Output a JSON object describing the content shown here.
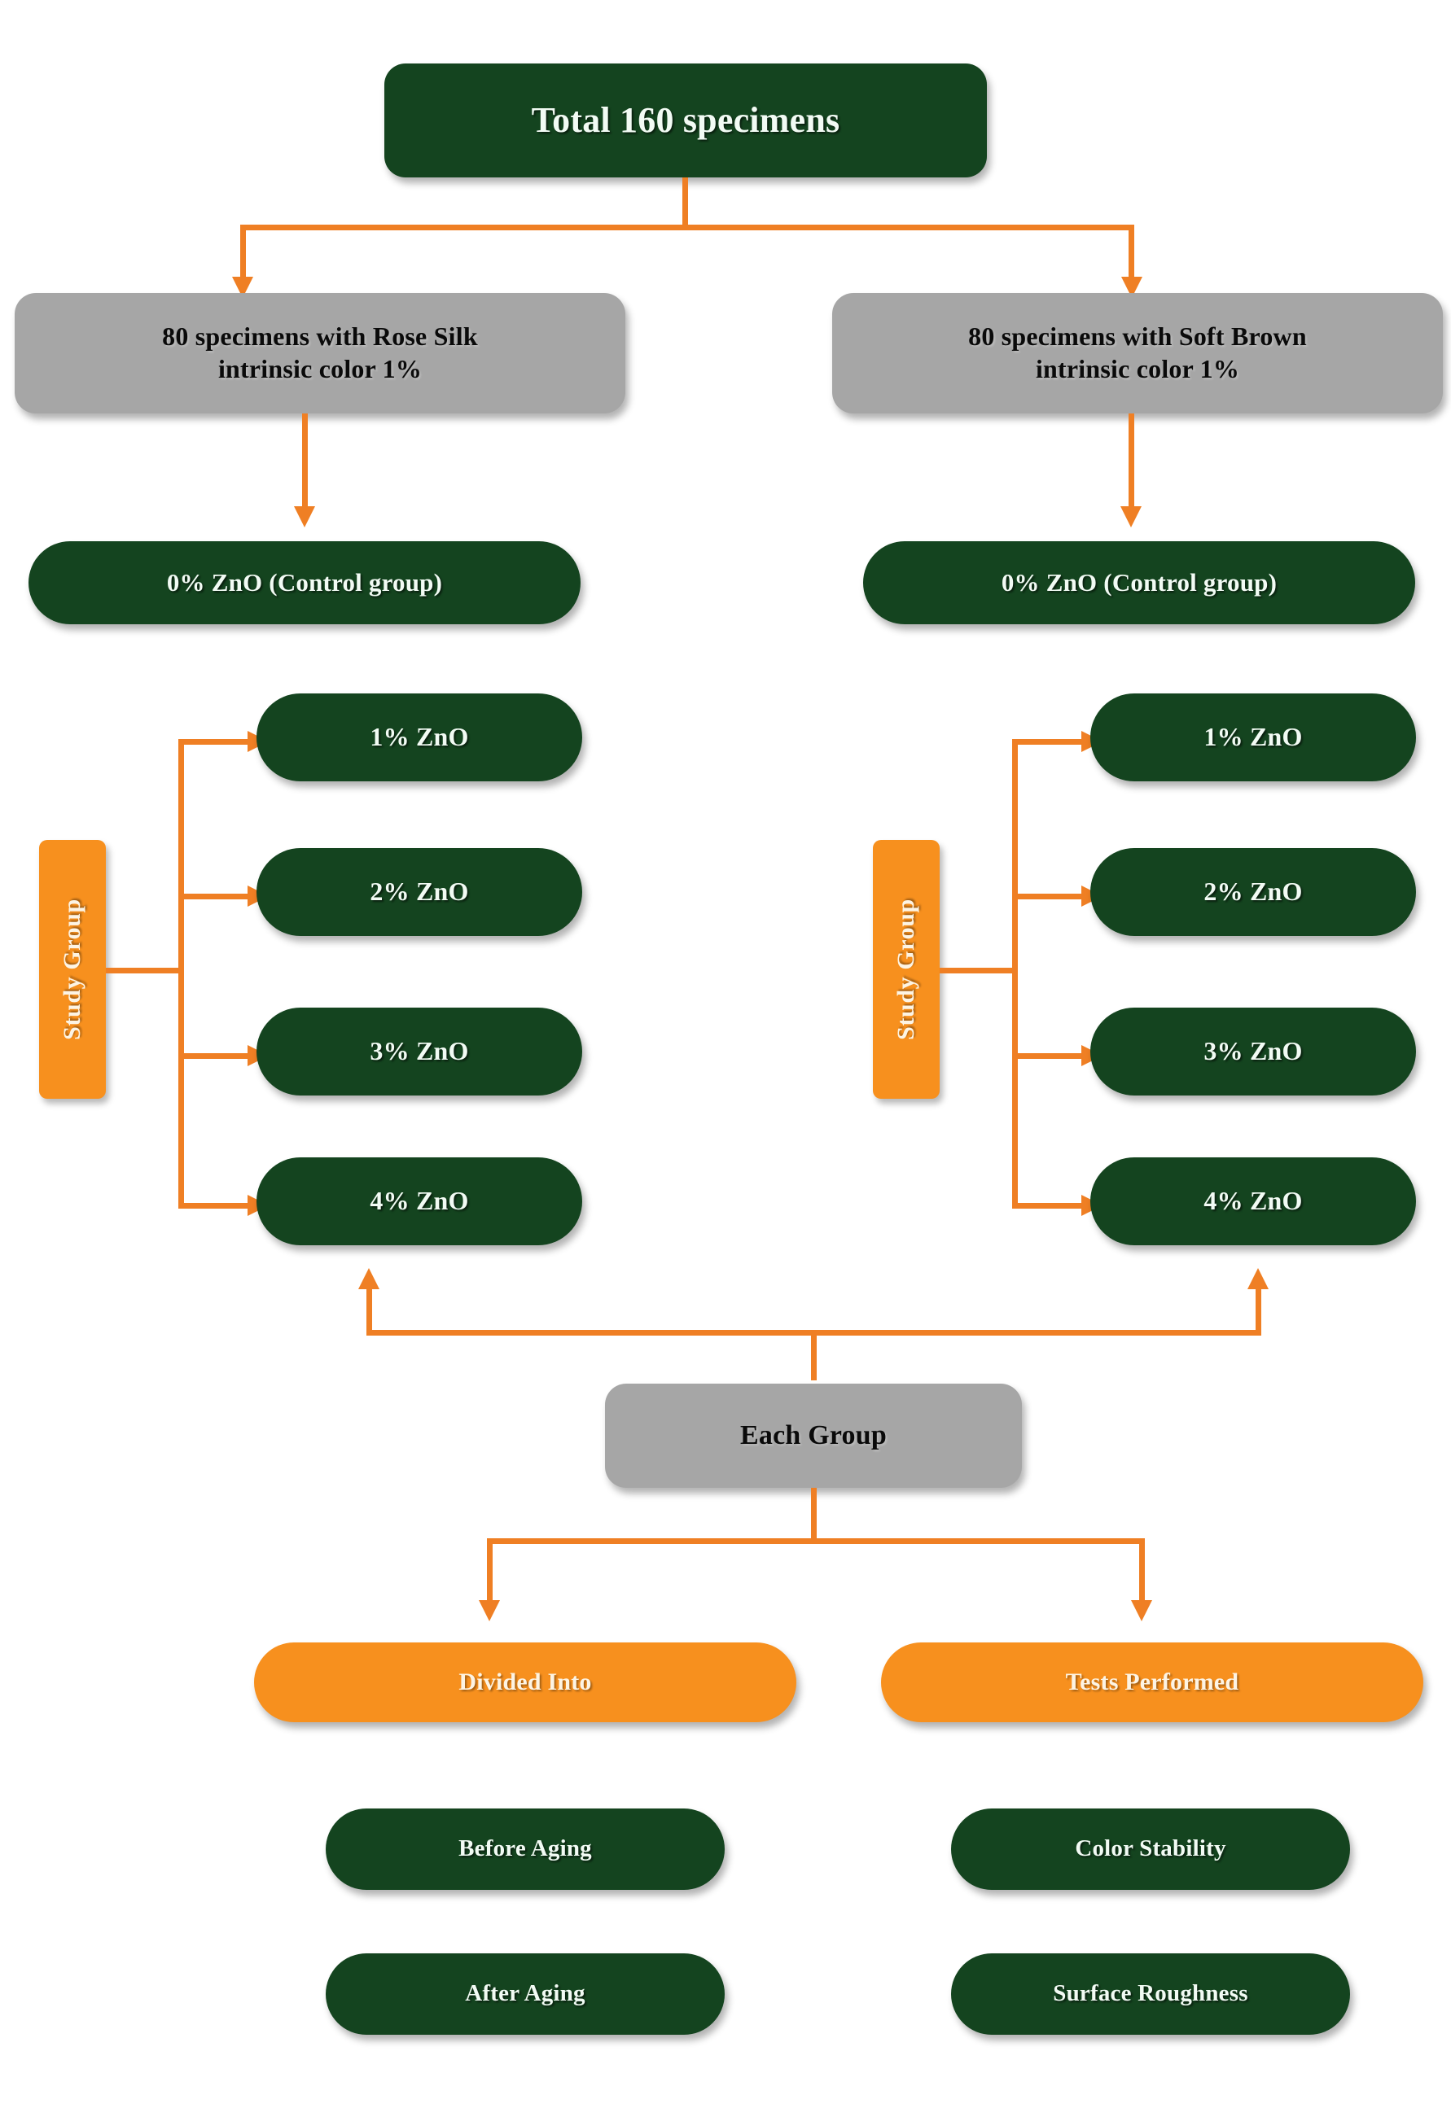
{
  "diagram": {
    "title_node": {
      "label": "Total 160 specimens"
    },
    "branches": [
      {
        "id": "rose-silk",
        "group_label": "80 specimens with Rose Silk intrinsic color 1%",
        "group_label_line1": "80 specimens with Rose Silk",
        "group_label_line2": "intrinsic color 1%",
        "control": "0% ZnO (Control group)",
        "study_tag": "Study Group",
        "study_items": [
          "1% ZnO",
          "2% ZnO",
          "3% ZnO",
          "4% ZnO"
        ]
      },
      {
        "id": "soft-brown",
        "group_label": "80 specimens with Soft Brown intrinsic color 1%",
        "group_label_line1": "80 specimens with Soft Brown",
        "group_label_line2": "intrinsic color 1%",
        "control": "0% ZnO (Control group)",
        "study_tag": "Study Group",
        "study_items": [
          "1% ZnO",
          "2% ZnO",
          "3% ZnO",
          "4% ZnO"
        ]
      }
    ],
    "each_group": {
      "label": "Each Group"
    },
    "outcomes": [
      {
        "id": "divided-into",
        "header": "Divided Into",
        "items": [
          "Before Aging",
          "After Aging"
        ]
      },
      {
        "id": "tests-performed",
        "header": "Tests Performed",
        "items": [
          "Color Stability",
          "Surface Roughness"
        ]
      }
    ]
  },
  "colors": {
    "green": "#14441f",
    "gray": "#a6a6a6",
    "orange": "#f7901e",
    "connector": "#ef7f24",
    "background": "#ffffff"
  }
}
